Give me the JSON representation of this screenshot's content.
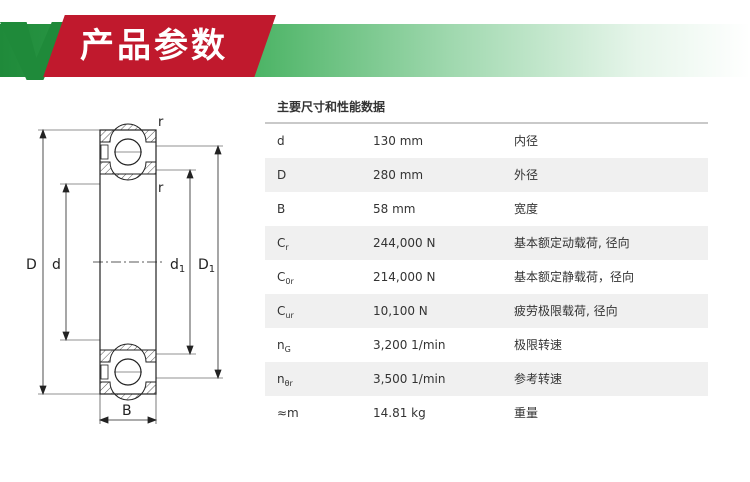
{
  "header": {
    "title": "产品参数"
  },
  "table": {
    "title": "主要尺寸和性能数据",
    "rows": [
      {
        "sym": "d",
        "sub": "",
        "value": "130 mm",
        "desc": "内径"
      },
      {
        "sym": "D",
        "sub": "",
        "value": "280 mm",
        "desc": "外径"
      },
      {
        "sym": "B",
        "sub": "",
        "value": "58 mm",
        "desc": "宽度"
      },
      {
        "sym": "C",
        "sub": "r",
        "value": "244,000 N",
        "desc": "基本额定动载荷, 径向"
      },
      {
        "sym": "C",
        "sub": "0r",
        "value": "214,000 N",
        "desc": "基本额定静载荷，径向"
      },
      {
        "sym": "C",
        "sub": "ur",
        "value": "10,100 N",
        "desc": "疲劳极限载荷, 径向"
      },
      {
        "sym": "n",
        "sub": "G",
        "value": "3,200 1/min",
        "desc": "极限转速"
      },
      {
        "sym": "n",
        "sub": "θr",
        "value": "3,500 1/min",
        "desc": "参考转速"
      },
      {
        "sym": "≈m",
        "sub": "",
        "value": "14.81 kg",
        "desc": "重量"
      }
    ]
  },
  "drawing": {
    "labels": {
      "D": "D",
      "d": "d",
      "d1": "d",
      "d1_sub": "1",
      "D1": "D",
      "D1_sub": "1",
      "B": "B",
      "r_top": "r",
      "r_mid": "r"
    }
  }
}
